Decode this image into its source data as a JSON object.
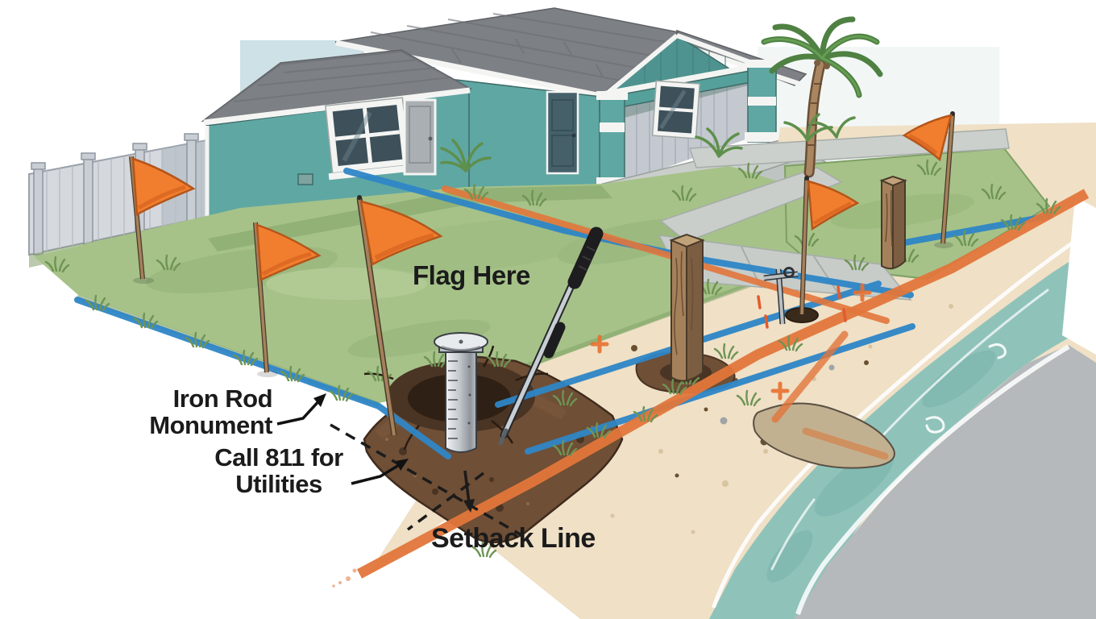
{
  "illustration": {
    "type": "property-survey-before-digging-illustration",
    "labels": {
      "flag_here": "Flag Here",
      "iron_rod_line1": "Iron Rod",
      "iron_rod_line2": "Monument",
      "call811_line1": "Call 811 for",
      "call811_line2": "Utilities",
      "setback_line": "Setback Line"
    },
    "colors": {
      "house_teal": "#5FA7A3",
      "gable_teal": "#4E938F",
      "roof_gray": "#7D8084",
      "trim_white": "#F4F5F3",
      "lawn_green": "#A6C289",
      "sand_tan": "#EFE0C6",
      "water_teal": "#8FC3BA",
      "pavement_gray": "#B5B9BC",
      "dirt_brown": "#6F4F36",
      "flag_orange": "#F07E2E",
      "utility_line_blue": "#2E86C6",
      "setback_line_orange": "#E2763B",
      "label_text": "#1B1B1B"
    },
    "elements": [
      "survey-flag",
      "wood-stake",
      "iron-rod-monument",
      "soil-probe-tool",
      "utility-line",
      "setback-line",
      "excavated-hole",
      "house",
      "privacy-fence",
      "palm-tree",
      "lawn",
      "walkway",
      "beach-sand",
      "shoreline-water",
      "road-pavement"
    ]
  }
}
